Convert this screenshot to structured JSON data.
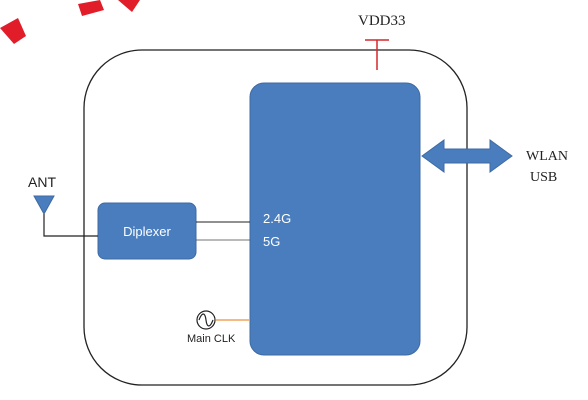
{
  "labels": {
    "vdd": "VDD33",
    "ant": "ANT",
    "diplexer": "Diplexer",
    "band_24": "2.4G",
    "band_5": "5G",
    "main_clk": "Main CLK",
    "wlan": "WLAN",
    "usb": "USB"
  },
  "colors": {
    "block_fill": "#4a7dbe",
    "block_border": "#3d6aa3",
    "outline": "#222222",
    "power_line": "#d62728",
    "clock_line": "#f0a35c",
    "watermark": "#e11d2a"
  },
  "icons": {
    "antenna": "antenna-icon",
    "clock": "sine-wave-icon",
    "interface_arrow": "double-arrow-icon"
  }
}
